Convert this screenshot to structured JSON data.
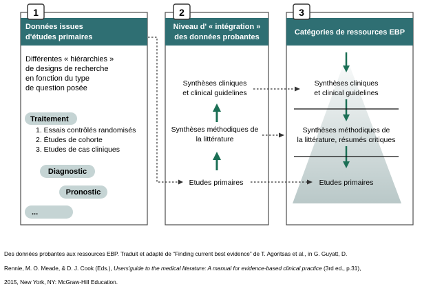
{
  "colors": {
    "teal": "#2f6f73",
    "header_text": "#ffffff",
    "pill": "#c5d4d4",
    "triangle_top": "#fbfcfc",
    "triangle_bottom": "#b9c8c8",
    "arrow_green": "#1b6f55",
    "border": "#4d4d4d"
  },
  "panel1": {
    "number": "1",
    "header_lines": [
      "Données issues",
      "d'études primaires"
    ],
    "desc_lines": [
      "Différentes « hiérarchies »",
      "de designs de recherche",
      "en fonction du type",
      "de question posée"
    ],
    "traitement": {
      "label": "Traitement",
      "items": [
        "1. Essais contrôlés randomisés",
        "2. Études de cohorte",
        "3. Etudes de cas cliniques"
      ]
    },
    "diagnostic": "Diagnostic",
    "pronostic": "Pronostic",
    "more": "..."
  },
  "panel2": {
    "number": "2",
    "header_lines": [
      "Niveau d' « intégration »",
      "des données probantes"
    ],
    "level_top": [
      "Synthèses cliniques",
      "et clinical guidelines"
    ],
    "level_mid": [
      "Synthèses méthodiques de",
      "la littérature"
    ],
    "level_bot": "Etudes primaires"
  },
  "panel3": {
    "number": "3",
    "header": "Catégories de ressources EBP",
    "level_top": [
      "Synthèses cliniques",
      "et clinical guidelines"
    ],
    "level_mid": [
      "Synthèses méthodiques de",
      "la littérature, résumés critiques"
    ],
    "level_bot": "Etudes primaires"
  },
  "caption": {
    "line1": "Des données probantes aux ressources EBP. Traduit et adapté de “Finding current best evidence” de T. Agoritsas et al., in G. Guyatt, D.",
    "line2_a": "Rennie, M. O. Meade, & D. J. Cook (Eds.), ",
    "line2_b": "Users'guide to the medical literature: A manual for evidence-based clinical practice",
    "line2_c": " (3rd ed., p.31),",
    "line3": "2015, New York, NY: McGraw-Hill Education."
  }
}
